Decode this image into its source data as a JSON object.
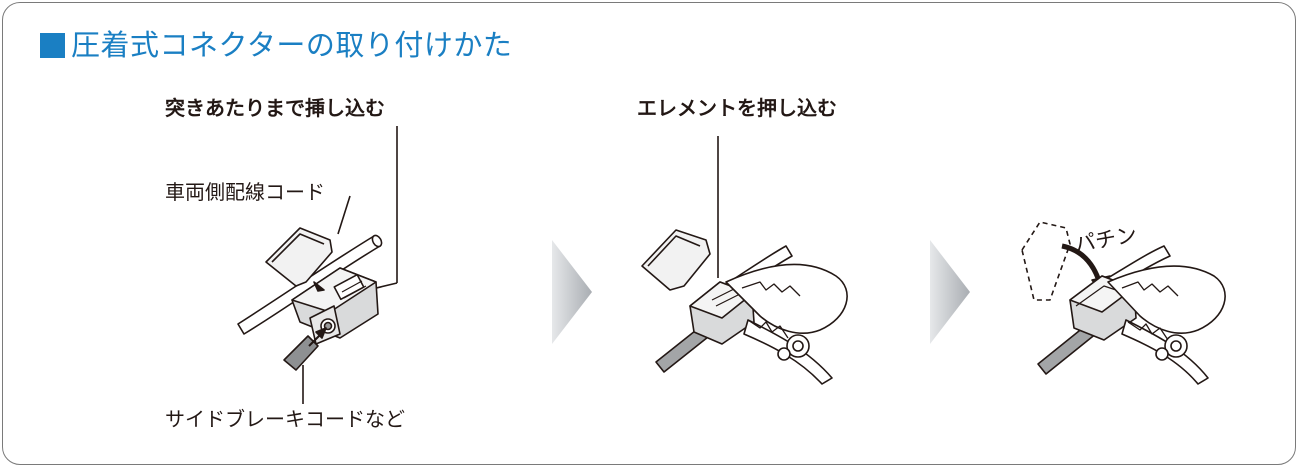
{
  "header": {
    "title": "圧着式コネクターの取り付けかた"
  },
  "steps": [
    {
      "label": "突きあたりまで挿し込む"
    },
    {
      "label": "エレメントを押し込む"
    }
  ],
  "parts": {
    "vehicle_wire": "車両側配線コード",
    "brake_wire": "サイドブレーキコードなど"
  },
  "illustration": {
    "snap_text": "パチン"
  },
  "colors": {
    "title_blue": "#1a7fc3",
    "arrow_gray": "#b3b7bc",
    "line": "#231815"
  }
}
